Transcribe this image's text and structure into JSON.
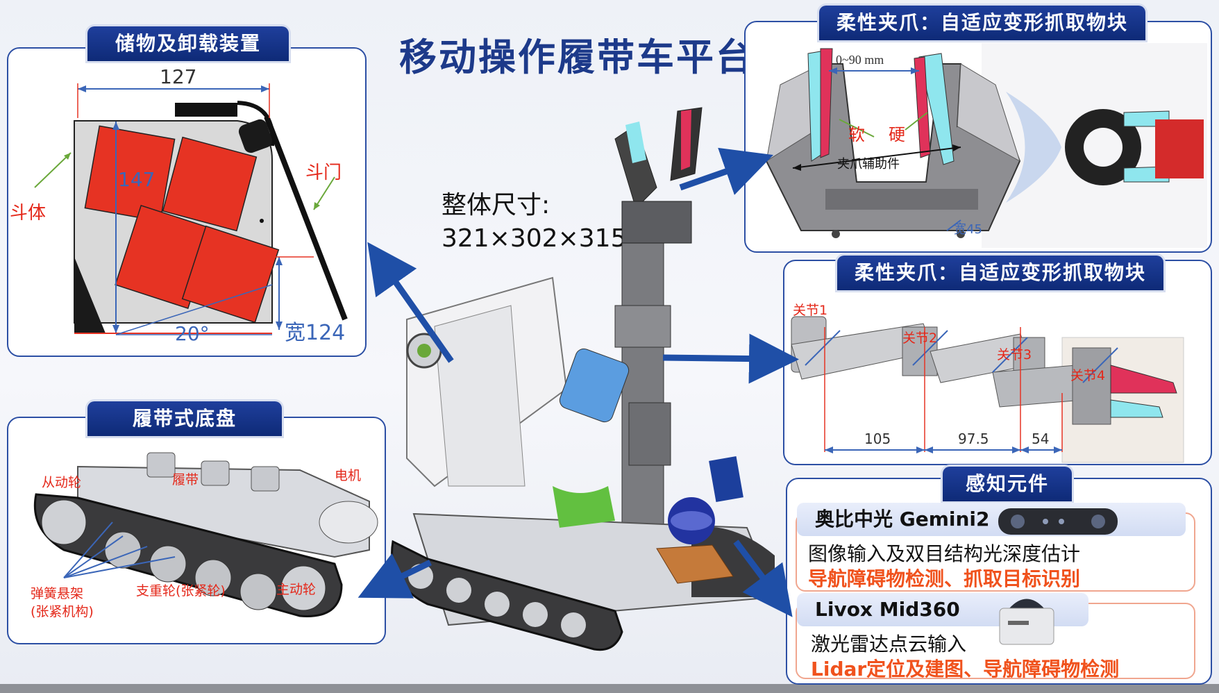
{
  "title": "移动操作履带车平台",
  "dimensions": {
    "label": "整体尺寸:",
    "value": "321×302×315"
  },
  "storage": {
    "tag": "储物及卸载装置",
    "width_top": "127",
    "height": "147",
    "angle": "20°",
    "width_bottom": "宽124",
    "bucket": "斗体",
    "door": "斗门"
  },
  "gripper": {
    "tag": "柔性夹爪：自适应变形抓取物块",
    "range": "0~90 mm",
    "soft": "软",
    "hard": "硬",
    "aux": "夹爪辅助件",
    "width": "宽45"
  },
  "arm": {
    "tag": "柔性夹爪：自适应变形抓取物块",
    "joints": [
      "关节1",
      "关节2",
      "关节3",
      "关节4"
    ],
    "lengths": [
      "105",
      "97.5",
      "54"
    ]
  },
  "chassis": {
    "tag": "履带式底盘",
    "driven_wheel": "从动轮",
    "track": "履带",
    "motor": "电机",
    "spring": "弹簧悬架",
    "spring_sub": "(张紧机构)",
    "support_wheel": "支重轮(张紧轮)",
    "drive_wheel": "主动轮"
  },
  "sensors": {
    "tag": "感知元件",
    "items": [
      {
        "name": "奥比中光 Gemini2",
        "desc": "图像输入及双目结构光深度估计",
        "use": "导航障碍物检测、抓取目标识别"
      },
      {
        "name": "Livox Mid360",
        "desc": "激光雷达点云输入",
        "use": "Lidar定位及建图、导航障碍物检测"
      }
    ]
  },
  "colors": {
    "accent": "#1d3a8a",
    "panel_border": "#2c4fa4",
    "red": "#e4281a",
    "orange": "#f0521d"
  }
}
